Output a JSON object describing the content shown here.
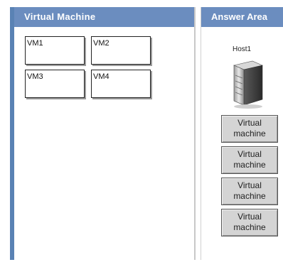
{
  "left_panel": {
    "title": "Virtual Machine",
    "vms": [
      "VM1",
      "VM2",
      "VM3",
      "VM4"
    ]
  },
  "answer_area": {
    "title": "Answer Area",
    "host_label": "Host1",
    "slots": [
      {
        "line1": "Virtual",
        "line2": "machine"
      },
      {
        "line1": "Virtual",
        "line2": "machine"
      },
      {
        "line1": "Virtual",
        "line2": "machine"
      },
      {
        "line1": "Virtual",
        "line2": "machine"
      }
    ]
  },
  "colors": {
    "header_bg": "#6b8dbf",
    "slot_bg": "#d4d4d4",
    "frame_blue": "#5a82b4"
  },
  "icons": {
    "host": "server-icon"
  }
}
